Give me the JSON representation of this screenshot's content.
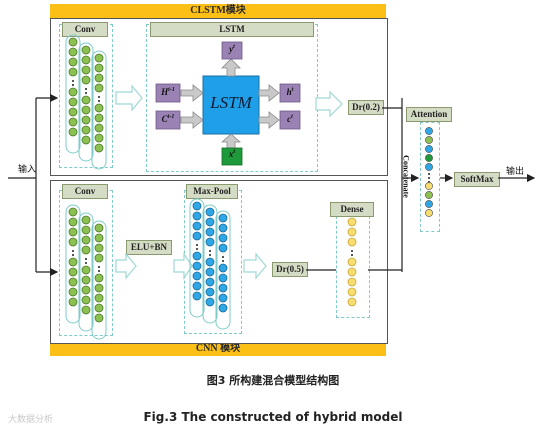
{
  "top_bar": "CLSTM模块",
  "bottom_bar": "CNN 模块",
  "input_label": "输入",
  "output_label": "输出",
  "concat_label": "Concatenate",
  "clstm": {
    "conv_label": "Conv",
    "lstm_label": "LSTM",
    "lstm_core": "LSTM",
    "y_label": "y",
    "y_sup": "t",
    "h_prev": "H",
    "h_prev_sup": "t-1",
    "c_prev": "C",
    "c_prev_sup": "t-1",
    "h_out": "h",
    "h_out_sup": "t",
    "c_out": "c",
    "c_out_sup": "t",
    "x_label": "x",
    "x_sup": "t",
    "dropout": "Dr(0.2)"
  },
  "cnn": {
    "conv_label": "Conv",
    "act_label": "ELU+BN",
    "pool_label": "Max-Pool",
    "dropout": "Dr(0.5)",
    "dense_label": "Dense"
  },
  "attention_label": "Attention",
  "softmax_label": "SoftMax",
  "caption_cn": "图3 所构建混合模型结构图",
  "caption_en": "Fig.3 The constructed of hybrid model",
  "watermark": "大数据分析",
  "colors": {
    "bar": "#fbbf16",
    "neuron_green": "#8cc152",
    "neuron_blue": "#2fa7e6",
    "neuron_yellow": "#f7dc6f",
    "lstm_core": "#1f9fe8",
    "gate_green": "#1f9a3a",
    "gate_purple": "#9b82b5"
  }
}
